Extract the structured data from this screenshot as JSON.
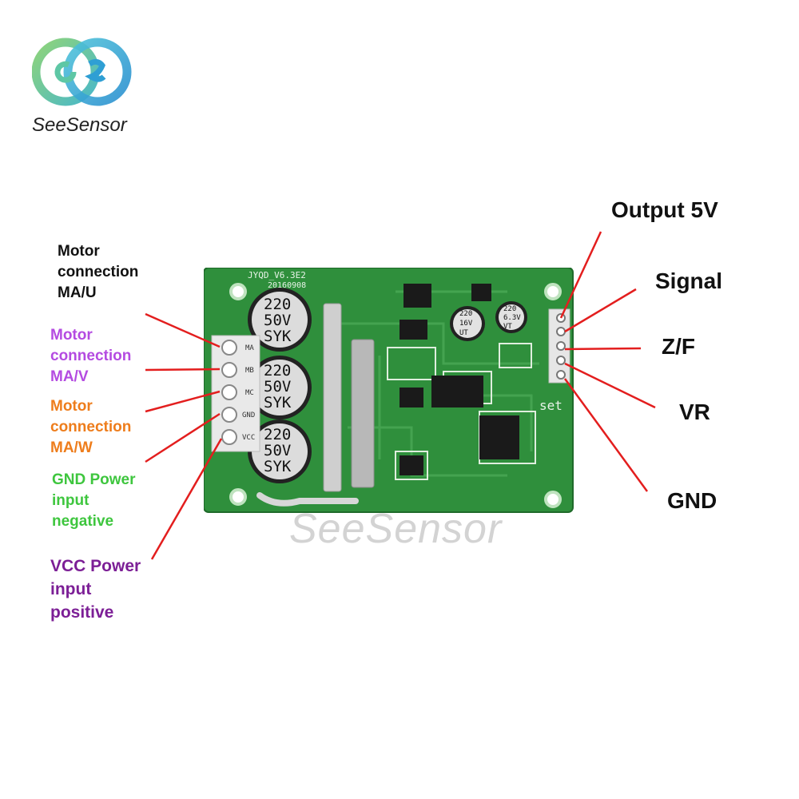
{
  "brand": {
    "name": "SeeSensor"
  },
  "watermark": "SeeSensor",
  "board": {
    "version": "JYQD_V6.3E2",
    "date": "20160908",
    "cap_big": {
      "line1": "220",
      "line2": "50V",
      "line3": "SYK"
    },
    "cap_mid": {
      "line1": "220",
      "line2": "16V",
      "line3": "UT"
    },
    "cap_small": {
      "line1": "220",
      "line2": "6.3V",
      "line3": "VT"
    },
    "silk_pins": [
      "MA",
      "MB",
      "MC",
      "GND",
      "VCC"
    ],
    "silk_set": "set"
  },
  "left_labels": [
    {
      "lines": [
        "Motor",
        "connection",
        "MA/U"
      ],
      "color": "#111111"
    },
    {
      "lines": [
        "Motor",
        "connection",
        "MA/V"
      ],
      "color": "#b44be1"
    },
    {
      "lines": [
        "Motor",
        "connection",
        "MA/W"
      ],
      "color": "#ee7d1c"
    },
    {
      "lines": [
        "GND Power",
        "input",
        "negative"
      ],
      "color": "#3ec63e"
    },
    {
      "lines": [
        "VCC Power",
        "input",
        "positive"
      ],
      "color": "#7c1f96"
    }
  ],
  "right_labels": [
    "Output 5V",
    "Signal",
    "Z/F",
    "VR",
    "GND"
  ],
  "line_color": "#e31e1e"
}
